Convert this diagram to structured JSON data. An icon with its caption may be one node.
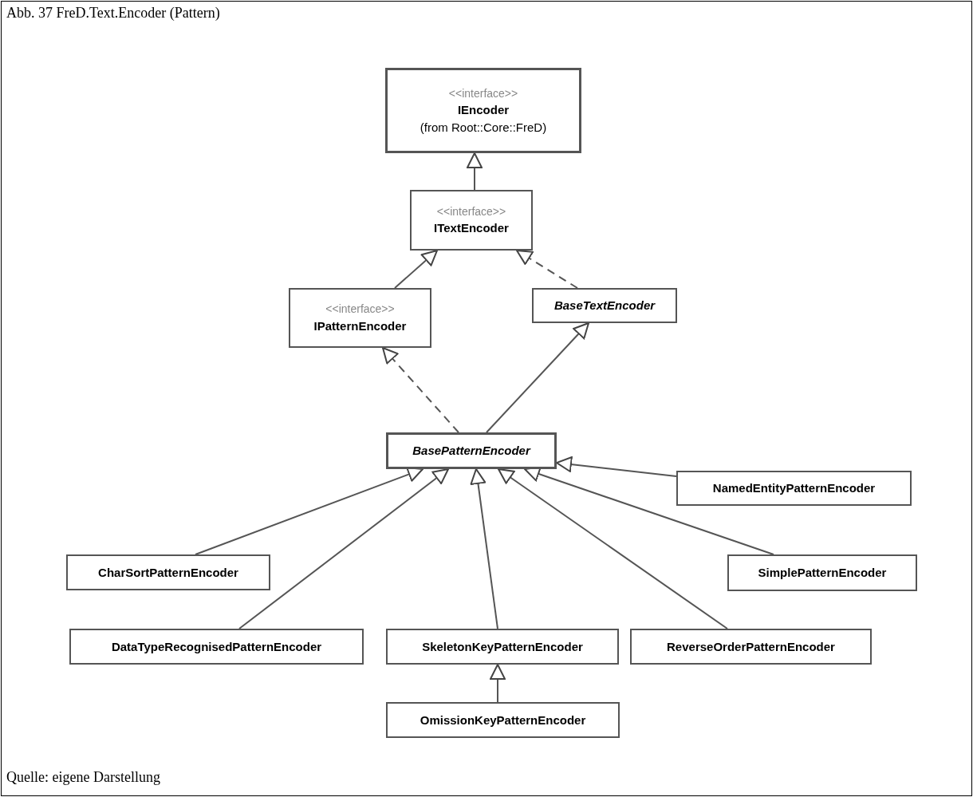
{
  "diagram": {
    "title": "Abb. 37 FreD.Text.Encoder (Pattern)",
    "caption": "Quelle: eigene Darstellung",
    "nodes": [
      {
        "text": [
          "<<interface>>",
          "IEncoder",
          "(from Root::Core::FreD)"
        ]
      },
      {
        "text": [
          "<<interface>>",
          "ITextEncoder"
        ]
      },
      {
        "text": [
          "<<interface>>",
          "IPatternEncoder"
        ]
      },
      {
        "text": [
          "BaseTextEncoder"
        ]
      },
      {
        "text": [
          "BasePatternEncoder"
        ]
      },
      {
        "text": [
          "NamedEntityPatternEncoder"
        ]
      },
      {
        "text": [
          "CharSortPatternEncoder"
        ]
      },
      {
        "text": [
          "SimplePatternEncoder"
        ]
      },
      {
        "text": [
          "DataTypeRecognisedPatternEncoder"
        ]
      },
      {
        "text": [
          "SkeletonKeyPatternEncoder"
        ]
      },
      {
        "text": [
          "ReverseOrderPatternEncoder"
        ]
      },
      {
        "text": [
          "OmissionKeyPatternEncoder"
        ]
      }
    ],
    "edges": [
      {
        "from": 1,
        "to": 0,
        "arrow": "to"
      },
      {
        "from": 2,
        "to": 1,
        "arrow": "to"
      },
      {
        "from": 3,
        "to": 1,
        "arrow": "to",
        "style": "dashed"
      },
      {
        "from": 4,
        "to": 2,
        "arrow": "to",
        "style": "dashed"
      },
      {
        "from": 4,
        "to": 3,
        "arrow": "to"
      },
      {
        "from": 5,
        "to": 4,
        "arrow": "to"
      },
      {
        "from": 6,
        "to": 4,
        "arrow": "to"
      },
      {
        "from": 8,
        "to": 4,
        "arrow": "to"
      },
      {
        "from": 9,
        "to": 4,
        "arrow": "to"
      },
      {
        "from": 10,
        "to": 4,
        "arrow": "to"
      },
      {
        "from": 7,
        "to": 4,
        "arrow": "to"
      },
      {
        "from": 11,
        "to": 9,
        "arrow": "to"
      }
    ]
  }
}
